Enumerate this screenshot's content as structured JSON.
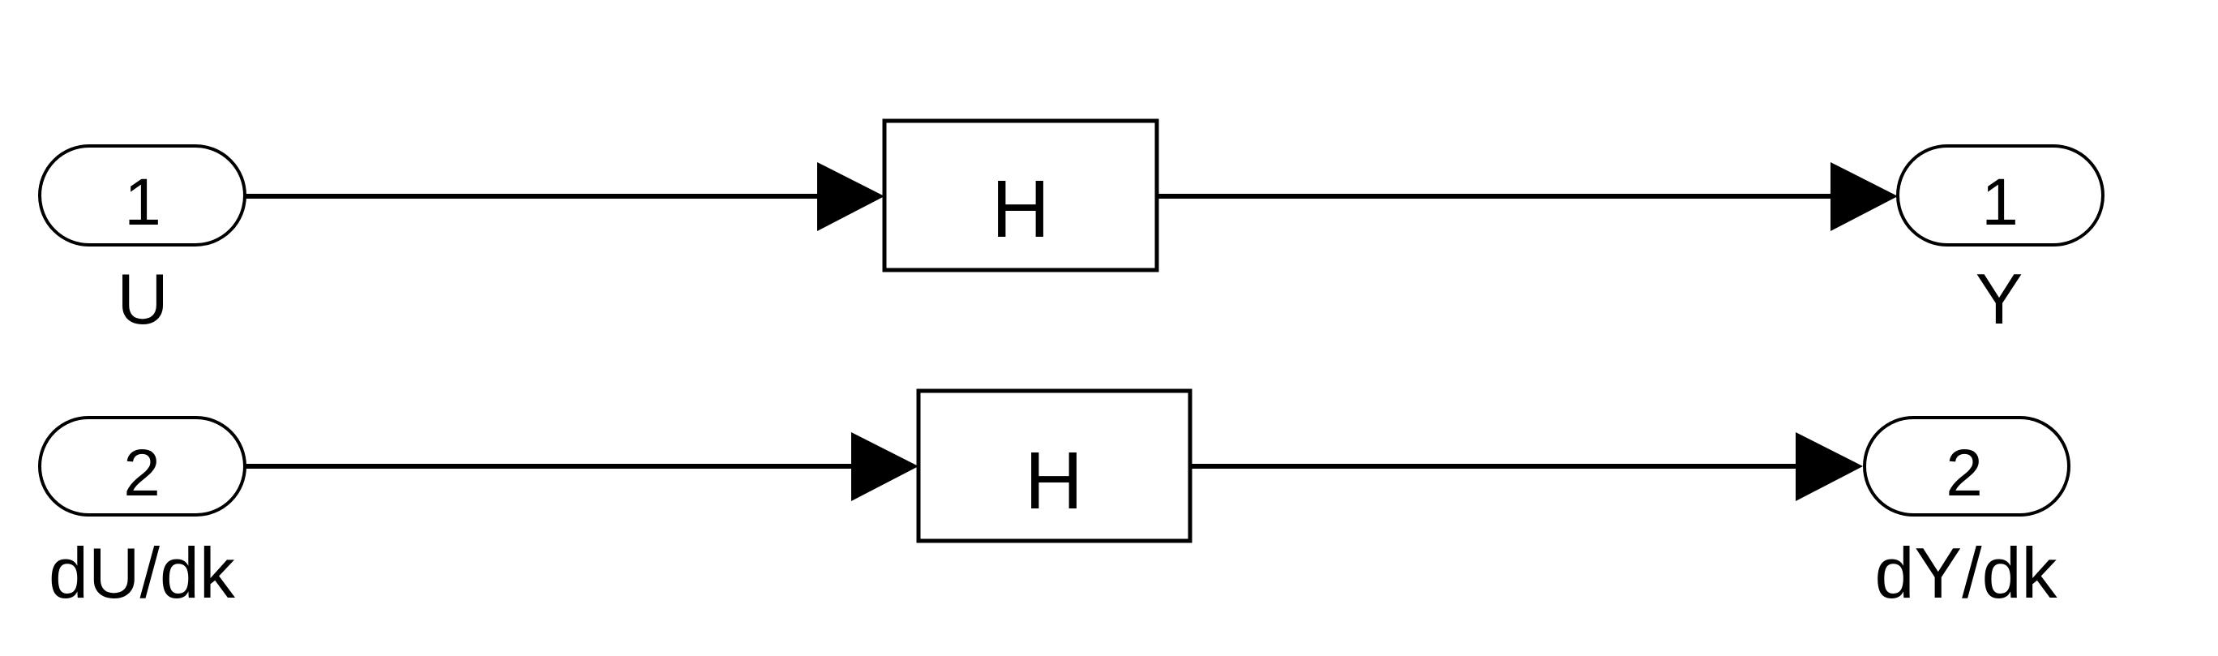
{
  "diagram": {
    "type": "simulink-block-diagram",
    "colors": {
      "background": "#ffffff",
      "stroke": "#000000",
      "text": "#000000",
      "arrow_fill": "#000000"
    },
    "rows": [
      {
        "input_port": {
          "number": "1",
          "label": "U"
        },
        "block": {
          "label": "H"
        },
        "output_port": {
          "number": "1",
          "label": "Y"
        }
      },
      {
        "input_port": {
          "number": "2",
          "label": "dU/dk"
        },
        "block": {
          "label": "H"
        },
        "output_port": {
          "number": "2",
          "label": "dY/dk"
        }
      }
    ]
  }
}
